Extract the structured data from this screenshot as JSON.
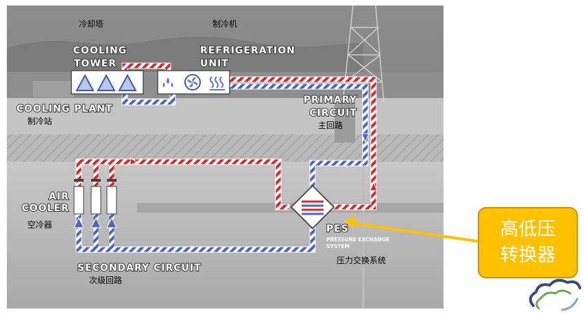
{
  "labels": {
    "cooling_tower_en_1": "COOLING",
    "cooling_tower_en_2": "TOWER",
    "cooling_tower_cn": "冷却塔",
    "refrigeration_unit_en_1": "REFRIGERATION",
    "refrigeration_unit_en_2": "UNIT",
    "refrigeration_unit_cn": "制冷机",
    "cooling_plant_en": "COOLING PLANT",
    "cooling_plant_cn": "制冷站",
    "primary_circuit_en_1": "PRIMARY",
    "primary_circuit_en_2": "CIRCUIT",
    "primary_circuit_cn": "主回路",
    "air_cooler_en_1": "AIR",
    "air_cooler_en_2": "COOLER",
    "air_cooler_cn": "空冷器",
    "pes_en": "PES",
    "pes_sub_1": "PRESSURE EXCHANGE",
    "pes_sub_2": "SYSTEM",
    "pes_cn": "压力交换系统",
    "secondary_circuit_en": "SECONDARY CIRCUIT",
    "secondary_circuit_cn": "次级回路"
  },
  "callout": {
    "line1": "高低压",
    "line2": "转换器"
  },
  "colors": {
    "hot_pipe": "#d9262b",
    "cold_pipe": "#4a63c8",
    "callout_fill": "#ffc000",
    "arrow": "#ffc000"
  }
}
